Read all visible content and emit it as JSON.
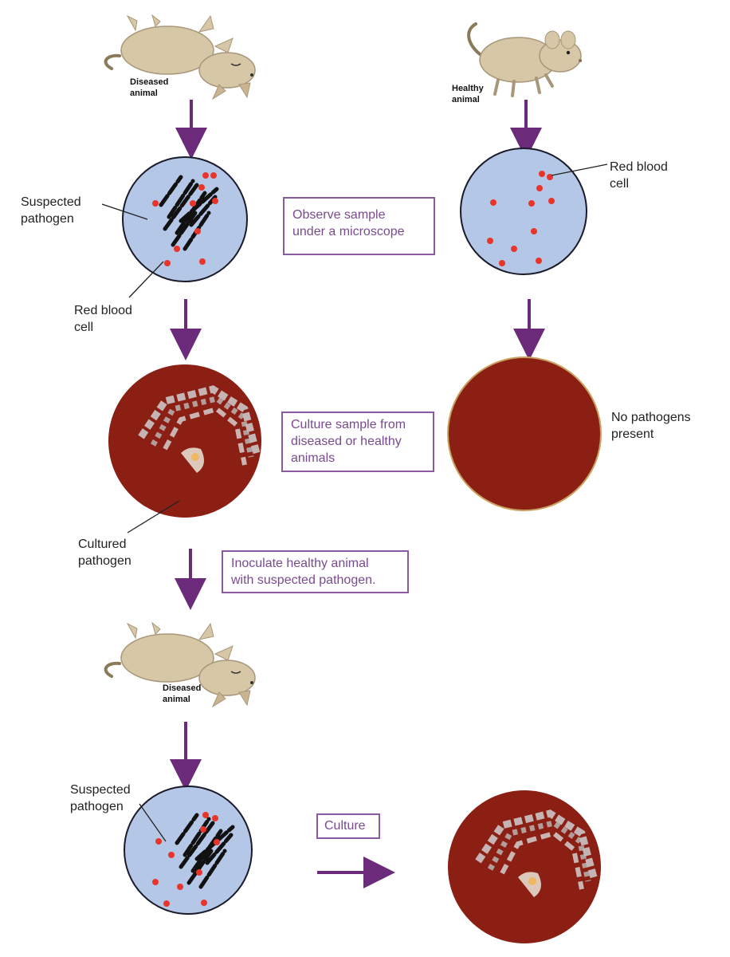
{
  "labels": {
    "diseased_top_1": "Diseased",
    "diseased_top_2": "animal",
    "healthy_1": "Healthy",
    "healthy_2": "animal",
    "suspected_1_a": "Suspected",
    "suspected_1_b": "pathogen",
    "rbc_left_a": "Red blood",
    "rbc_left_b": "cell",
    "rbc_right_a": "Red blood",
    "rbc_right_b": "cell",
    "no_pathogens_a": "No pathogens",
    "no_pathogens_b": "present",
    "cultured_a": "Cultured",
    "cultured_b": "pathogen",
    "diseased_bottom_1": "Diseased",
    "diseased_bottom_2": "animal",
    "suspected_2_a": "Suspected",
    "suspected_2_b": "pathogen"
  },
  "steps": {
    "observe_a": "Observe sample",
    "observe_b": "under a microscope",
    "culture_sample_a": "Culture sample from",
    "culture_sample_b": "diseased or healthy",
    "culture_sample_c": "animals",
    "inoculate_a": "Inoculate healthy animal",
    "inoculate_b": "with suspected pathogen.",
    "culture": "Culture"
  },
  "colors": {
    "arrow": "#6b2a7a",
    "box_border": "#8a5aa0",
    "sample_fill": "#b5c7e6",
    "rbc": "#e8352b",
    "agar": "#8c1f14",
    "mouse": "#d6c7a6"
  }
}
